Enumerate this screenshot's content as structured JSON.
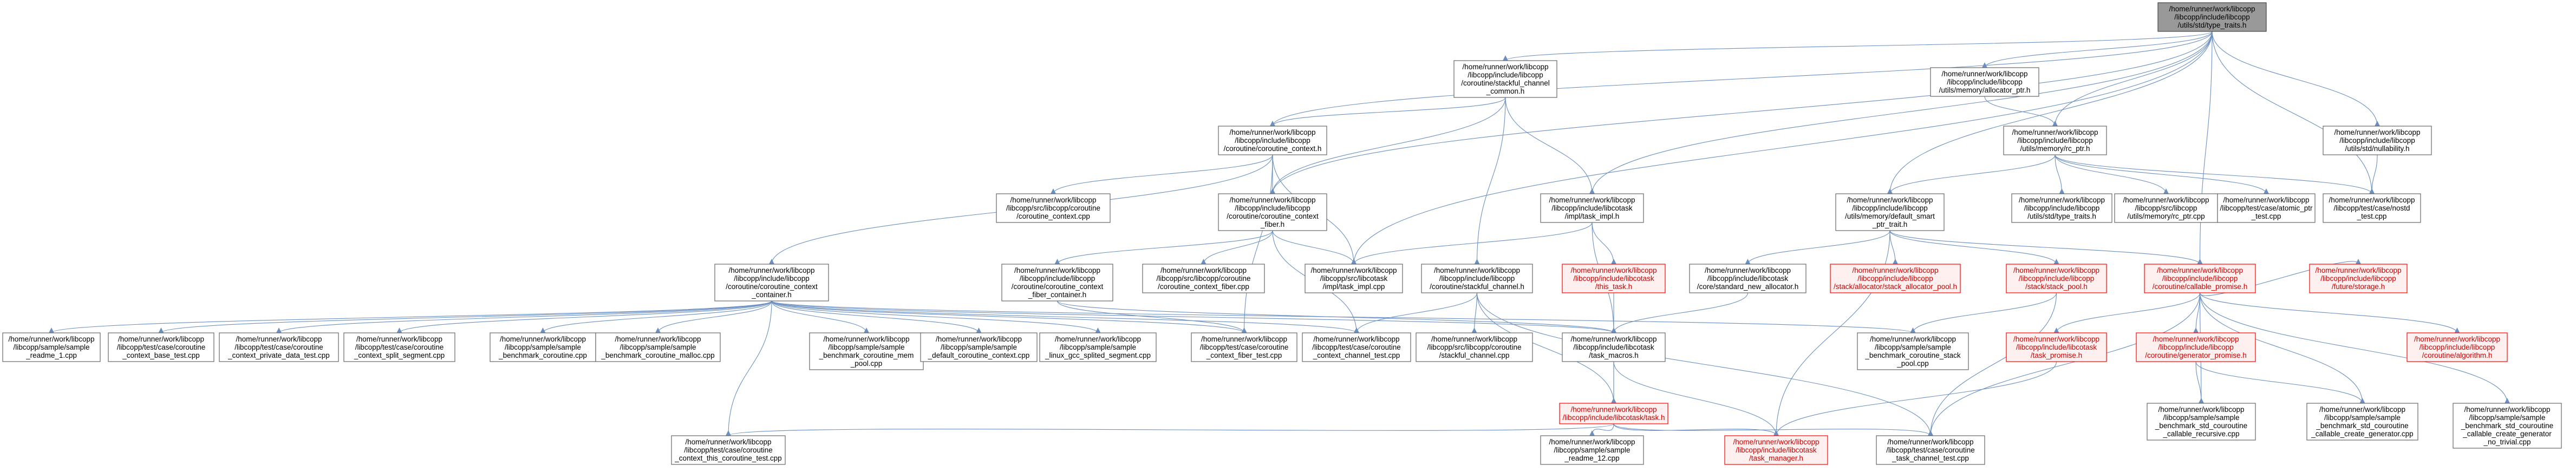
{
  "colors": {
    "edge": "#6a8fc0",
    "node_border": "#666666",
    "node_fill": "#ffffff",
    "focus_fill": "#999999",
    "red_border": "#ff0000",
    "red_fill": "#fff0f0",
    "red_text": "#cc0000"
  },
  "nodes": [
    {
      "id": "type_traits",
      "lines": [
        "/home/runner/work/libcopp",
        "/libcopp/include/libcopp",
        "/utils/std/type_traits.h"
      ],
      "style": "focus"
    },
    {
      "id": "stackful_channel_common",
      "lines": [
        "/home/runner/work/libcopp",
        "/libcopp/include/libcopp",
        "/coroutine/stackful_channel",
        "_common.h"
      ],
      "style": "normal"
    },
    {
      "id": "allocator_ptr",
      "lines": [
        "/home/runner/work/libcopp",
        "/libcopp/include/libcopp",
        "/utils/memory/allocator_ptr.h"
      ],
      "style": "normal"
    },
    {
      "id": "rc_ptr",
      "lines": [
        "/home/runner/work/libcopp",
        "/libcopp/include/libcopp",
        "/utils/memory/rc_ptr.h"
      ],
      "style": "normal"
    },
    {
      "id": "nullability",
      "lines": [
        "/home/runner/work/libcopp",
        "/libcopp/include/libcopp",
        "/utils/std/nullability.h"
      ],
      "style": "normal"
    },
    {
      "id": "coroutine_context",
      "lines": [
        "/home/runner/work/libcopp",
        "/libcopp/include/libcopp",
        "/coroutine/coroutine_context.h"
      ],
      "style": "normal"
    },
    {
      "id": "coroutine_context_cpp",
      "lines": [
        "/home/runner/work/libcopp",
        "/libcopp/src/libcopp/coroutine",
        "/coroutine_context.cpp"
      ],
      "style": "normal"
    },
    {
      "id": "coroutine_context_fiber",
      "lines": [
        "/home/runner/work/libcopp",
        "/libcopp/include/libcopp",
        "/coroutine/coroutine_context",
        "_fiber.h"
      ],
      "style": "normal"
    },
    {
      "id": "task_impl_h",
      "lines": [
        "/home/runner/work/libcopp",
        "/libcopp/include/libcotask",
        "/impl/task_impl.h"
      ],
      "style": "normal"
    },
    {
      "id": "default_smart_ptr_trait",
      "lines": [
        "/home/runner/work/libcopp",
        "/libcopp/include/libcopp",
        "/utils/memory/default_smart",
        "_ptr_trait.h"
      ],
      "style": "normal"
    },
    {
      "id": "libcotask_type_traits",
      "lines": [
        "/home/runner/work/libcopp",
        "/libcopp/include/libcopp",
        "/utils/std/type_traits.h"
      ],
      "style": "normal"
    },
    {
      "id": "rc_ptr_cpp",
      "lines": [
        "/home/runner/work/libcopp",
        "/libcopp/src/libcopp",
        "/utils/memory/rc_ptr.cpp"
      ],
      "style": "normal"
    },
    {
      "id": "atomic_int_test",
      "lines": [
        "/home/runner/work/libcopp",
        "/libcopp/test/case/atomic_ptr",
        "_test.cpp"
      ],
      "style": "normal"
    },
    {
      "id": "nostd_test",
      "lines": [
        "/home/runner/work/libcopp",
        "/libcopp/test/case/nostd",
        "_test.cpp"
      ],
      "style": "normal"
    },
    {
      "id": "coroutine_context_container",
      "lines": [
        "/home/runner/work/libcopp",
        "/libcopp/include/libcopp",
        "/coroutine/coroutine_context",
        "_container.h"
      ],
      "style": "normal"
    },
    {
      "id": "context_fiber_container",
      "lines": [
        "/home/runner/work/libcopp",
        "/libcopp/include/libcopp",
        "/coroutine/coroutine_context",
        "_fiber_container.h"
      ],
      "style": "normal"
    },
    {
      "id": "coroutine_context_fiber_cpp",
      "lines": [
        "/home/runner/work/libcopp",
        "/libcopp/src/libcopp/coroutine",
        "/coroutine_context_fiber.cpp"
      ],
      "style": "normal"
    },
    {
      "id": "task_impl_cpp",
      "lines": [
        "/home/runner/work/libcopp",
        "/libcopp/src/libcotask",
        "/impl/task_impl.cpp"
      ],
      "style": "normal"
    },
    {
      "id": "stackful_channel_h",
      "lines": [
        "/home/runner/work/libcopp",
        "/libcopp/include/libcopp",
        "/coroutine/stackful_channel.h"
      ],
      "style": "normal"
    },
    {
      "id": "this_task",
      "lines": [
        "/home/runner/work/libcopp",
        "/libcopp/include/libcotask",
        "/this_task.h"
      ],
      "style": "red"
    },
    {
      "id": "core_standard_new_allocator",
      "lines": [
        "/home/runner/work/libcopp",
        "/libcopp/include/libcotask",
        "/core/standard_new_allocator.h"
      ],
      "style": "normal"
    },
    {
      "id": "stack_allocator_pool",
      "lines": [
        "/home/runner/work/libcopp",
        "/libcopp/include/libcopp",
        "/stack/allocator/stack_allocator_pool.h"
      ],
      "style": "red"
    },
    {
      "id": "stack_pool",
      "lines": [
        "/home/runner/work/libcopp",
        "/libcopp/include/libcopp",
        "/stack/stack_pool.h"
      ],
      "style": "red"
    },
    {
      "id": "callable_promise",
      "lines": [
        "/home/runner/work/libcopp",
        "/libcopp/include/libcopp",
        "/coroutine/callable_promise.h"
      ],
      "style": "red"
    },
    {
      "id": "future_storage",
      "lines": [
        "/home/runner/work/libcopp",
        "/libcopp/include/libcopp",
        "/future/storage.h"
      ],
      "style": "red"
    },
    {
      "id": "sample_readme_1",
      "lines": [
        "/home/runner/work/libcopp",
        "/libcopp/sample/sample",
        "_readme_1.cpp"
      ],
      "style": "normal"
    },
    {
      "id": "context_base_test",
      "lines": [
        "/home/runner/work/libcopp",
        "/libcopp/test/case/coroutine",
        "_context_base_test.cpp"
      ],
      "style": "normal"
    },
    {
      "id": "context_private_data_test",
      "lines": [
        "/home/runner/work/libcopp",
        "/libcopp/test/case/coroutine",
        "_context_private_data_test.cpp"
      ],
      "style": "normal"
    },
    {
      "id": "context_split_segment",
      "lines": [
        "/home/runner/work/libcopp",
        "/libcopp/test/case/coroutine",
        "_context_split_segment.cpp"
      ],
      "style": "normal"
    },
    {
      "id": "benchmark_coroutine",
      "lines": [
        "/home/runner/work/libcopp",
        "/libcopp/sample/sample",
        "_benchmark_coroutine.cpp"
      ],
      "style": "normal"
    },
    {
      "id": "benchmark_coroutine_malloc",
      "lines": [
        "/home/runner/work/libcopp",
        "/libcopp/sample/sample",
        "_benchmark_coroutine_malloc.cpp"
      ],
      "style": "normal"
    },
    {
      "id": "benchmark_coroutine_mem_pool",
      "lines": [
        "/home/runner/work/libcopp",
        "/libcopp/sample/sample",
        "_benchmark_coroutine_mem",
        "_pool.cpp"
      ],
      "style": "normal"
    },
    {
      "id": "default_coroutine_context",
      "lines": [
        "/home/runner/work/libcopp",
        "/libcopp/sample/sample",
        "_default_coroutine_context.cpp"
      ],
      "style": "normal"
    },
    {
      "id": "linux_gcc_splited_segment",
      "lines": [
        "/home/runner/work/libcopp",
        "/libcopp/sample/sample",
        "_linux_gcc_splited_segment.cpp"
      ],
      "style": "normal"
    },
    {
      "id": "context_fiber_test",
      "lines": [
        "/home/runner/work/libcopp",
        "/libcopp/test/case/coroutine",
        "_context_fiber_test.cpp"
      ],
      "style": "normal"
    },
    {
      "id": "context_channel_test",
      "lines": [
        "/home/runner/work/libcopp",
        "/libcopp/test/case/coroutine",
        "_context_channel_test.cpp"
      ],
      "style": "normal"
    },
    {
      "id": "stackful_channel_cpp",
      "lines": [
        "/home/runner/work/libcopp",
        "/libcopp/src/libcopp/coroutine",
        "/stackful_channel.cpp"
      ],
      "style": "normal"
    },
    {
      "id": "task_macros",
      "lines": [
        "/home/runner/work/libcopp",
        "/libcopp/include/libcotask",
        "/task_macros.h"
      ],
      "style": "normal"
    },
    {
      "id": "benchmark_coroutine_stack_pool",
      "lines": [
        "/home/runner/work/libcopp",
        "/libcopp/sample/sample",
        "_benchmark_coroutine_stack",
        "_pool.cpp"
      ],
      "style": "normal"
    },
    {
      "id": "task_promise",
      "lines": [
        "/home/runner/work/libcopp",
        "/libcopp/include/libcotask",
        "/task_promise.h"
      ],
      "style": "red"
    },
    {
      "id": "generator_promise",
      "lines": [
        "/home/runner/work/libcopp",
        "/libcopp/include/libcopp",
        "/coroutine/generator_promise.h"
      ],
      "style": "red"
    },
    {
      "id": "coroutine_algorithm",
      "lines": [
        "/home/runner/work/libcopp",
        "/libcopp/include/libcopp",
        "/coroutine/algorithm.h"
      ],
      "style": "red"
    },
    {
      "id": "task_h",
      "lines": [
        "/home/runner/work/libcopp",
        "/libcopp/include/libcotask/task.h"
      ],
      "style": "red"
    },
    {
      "id": "std_coroutine_callable_recursive",
      "lines": [
        "/home/runner/work/libcopp",
        "/libcopp/sample/sample",
        "_benchmark_std_couroutine",
        "_callable_recursive.cpp"
      ],
      "style": "normal"
    },
    {
      "id": "std_coroutine_callable_create_generator",
      "lines": [
        "/home/runner/work/libcopp",
        "/libcopp/sample/sample",
        "_benchmark_std_couroutine",
        "_callable_create_generator.cpp"
      ],
      "style": "normal"
    },
    {
      "id": "std_coroutine_callable_create_generator_no_trivial",
      "lines": [
        "/home/runner/work/libcopp",
        "/libcopp/sample/sample",
        "_benchmark_std_couroutine",
        "_callable_create_generator",
        "_no_trivial.cpp"
      ],
      "style": "normal"
    },
    {
      "id": "context_this_coroutine_test",
      "lines": [
        "/home/runner/work/libcopp",
        "/libcopp/test/case/coroutine",
        "_context_this_coroutine_test.cpp"
      ],
      "style": "normal"
    },
    {
      "id": "sample_readme_12",
      "lines": [
        "/home/runner/work/libcopp",
        "/libcopp/sample/sample",
        "_readme_12.cpp"
      ],
      "style": "normal"
    },
    {
      "id": "task_manager",
      "lines": [
        "/home/runner/work/libcopp",
        "/libcopp/include/libcotask",
        "/task_manager.h"
      ],
      "style": "red"
    },
    {
      "id": "task_channel_test",
      "lines": [
        "/home/runner/work/libcopp",
        "/libcopp/test/case/coroutine",
        "_task_channel_test.cpp"
      ],
      "style": "normal"
    }
  ],
  "edges": [
    [
      "type_traits",
      "stackful_channel_common"
    ],
    [
      "type_traits",
      "allocator_ptr"
    ],
    [
      "type_traits",
      "rc_ptr"
    ],
    [
      "type_traits",
      "nullability"
    ],
    [
      "type_traits",
      "coroutine_context"
    ],
    [
      "type_traits",
      "coroutine_context_fiber"
    ],
    [
      "type_traits",
      "task_impl_h"
    ],
    [
      "type_traits",
      "default_smart_ptr_trait"
    ],
    [
      "type_traits",
      "callable_promise"
    ],
    [
      "type_traits",
      "nostd_test"
    ],
    [
      "type_traits",
      "task_impl_cpp"
    ],
    [
      "stackful_channel_common",
      "coroutine_context"
    ],
    [
      "stackful_channel_common",
      "coroutine_context_fiber"
    ],
    [
      "stackful_channel_common",
      "stackful_channel_h"
    ],
    [
      "stackful_channel_common",
      "task_impl_h"
    ],
    [
      "allocator_ptr",
      "rc_ptr"
    ],
    [
      "rc_ptr",
      "default_smart_ptr_trait"
    ],
    [
      "rc_ptr",
      "libcotask_type_traits"
    ],
    [
      "rc_ptr",
      "rc_ptr_cpp"
    ],
    [
      "rc_ptr",
      "atomic_int_test"
    ],
    [
      "rc_ptr",
      "nostd_test"
    ],
    [
      "nullability",
      "nostd_test"
    ],
    [
      "coroutine_context",
      "coroutine_context_container"
    ],
    [
      "coroutine_context",
      "coroutine_context_cpp"
    ],
    [
      "coroutine_context",
      "coroutine_context_fiber"
    ],
    [
      "coroutine_context",
      "task_impl_cpp"
    ],
    [
      "coroutine_context",
      "context_fiber_test"
    ],
    [
      "coroutine_context_fiber",
      "context_fiber_container"
    ],
    [
      "coroutine_context_fiber",
      "coroutine_context_fiber_cpp"
    ],
    [
      "coroutine_context_fiber",
      "task_impl_cpp"
    ],
    [
      "coroutine_context_fiber",
      "context_channel_test"
    ],
    [
      "task_impl_h",
      "this_task"
    ],
    [
      "task_impl_h",
      "task_impl_cpp"
    ],
    [
      "task_impl_h",
      "task_macros"
    ],
    [
      "default_smart_ptr_trait",
      "core_standard_new_allocator"
    ],
    [
      "default_smart_ptr_trait",
      "stack_allocator_pool"
    ],
    [
      "default_smart_ptr_trait",
      "stack_pool"
    ],
    [
      "default_smart_ptr_trait",
      "callable_promise"
    ],
    [
      "default_smart_ptr_trait",
      "task_manager"
    ],
    [
      "callable_promise",
      "future_storage"
    ],
    [
      "callable_promise",
      "task_promise"
    ],
    [
      "callable_promise",
      "generator_promise"
    ],
    [
      "callable_promise",
      "coroutine_algorithm"
    ],
    [
      "callable_promise",
      "std_coroutine_callable_recursive"
    ],
    [
      "callable_promise",
      "std_coroutine_callable_create_generator"
    ],
    [
      "callable_promise",
      "std_coroutine_callable_create_generator_no_trivial"
    ],
    [
      "callable_promise",
      "task_channel_test"
    ],
    [
      "coroutine_context_container",
      "sample_readme_1"
    ],
    [
      "coroutine_context_container",
      "context_base_test"
    ],
    [
      "coroutine_context_container",
      "context_private_data_test"
    ],
    [
      "coroutine_context_container",
      "context_split_segment"
    ],
    [
      "coroutine_context_container",
      "benchmark_coroutine"
    ],
    [
      "coroutine_context_container",
      "benchmark_coroutine_malloc"
    ],
    [
      "coroutine_context_container",
      "benchmark_coroutine_mem_pool"
    ],
    [
      "coroutine_context_container",
      "default_coroutine_context"
    ],
    [
      "coroutine_context_container",
      "linux_gcc_splited_segment"
    ],
    [
      "coroutine_context_container",
      "context_fiber_test"
    ],
    [
      "coroutine_context_container",
      "context_channel_test"
    ],
    [
      "coroutine_context_container",
      "task_macros"
    ],
    [
      "coroutine_context_container",
      "benchmark_coroutine_stack_pool"
    ],
    [
      "coroutine_context_container",
      "context_this_coroutine_test"
    ],
    [
      "context_fiber_container",
      "context_fiber_test"
    ],
    [
      "context_fiber_container",
      "task_macros"
    ],
    [
      "stackful_channel_h",
      "context_channel_test"
    ],
    [
      "stackful_channel_h",
      "stackful_channel_cpp"
    ],
    [
      "stackful_channel_h",
      "task_h"
    ],
    [
      "stackful_channel_h",
      "task_channel_test"
    ],
    [
      "this_task",
      "task_h"
    ],
    [
      "core_standard_new_allocator",
      "task_macros"
    ],
    [
      "stack_pool",
      "benchmark_coroutine_stack_pool"
    ],
    [
      "stack_pool",
      "task_channel_test"
    ],
    [
      "task_macros",
      "task_h"
    ],
    [
      "task_macros",
      "task_manager"
    ],
    [
      "task_promise",
      "task_manager"
    ],
    [
      "generator_promise",
      "std_coroutine_callable_recursive"
    ],
    [
      "generator_promise",
      "std_coroutine_callable_create_generator"
    ],
    [
      "task_h",
      "context_this_coroutine_test"
    ],
    [
      "task_h",
      "sample_readme_12"
    ],
    [
      "task_h",
      "task_manager"
    ],
    [
      "task_h",
      "task_channel_test"
    ]
  ]
}
